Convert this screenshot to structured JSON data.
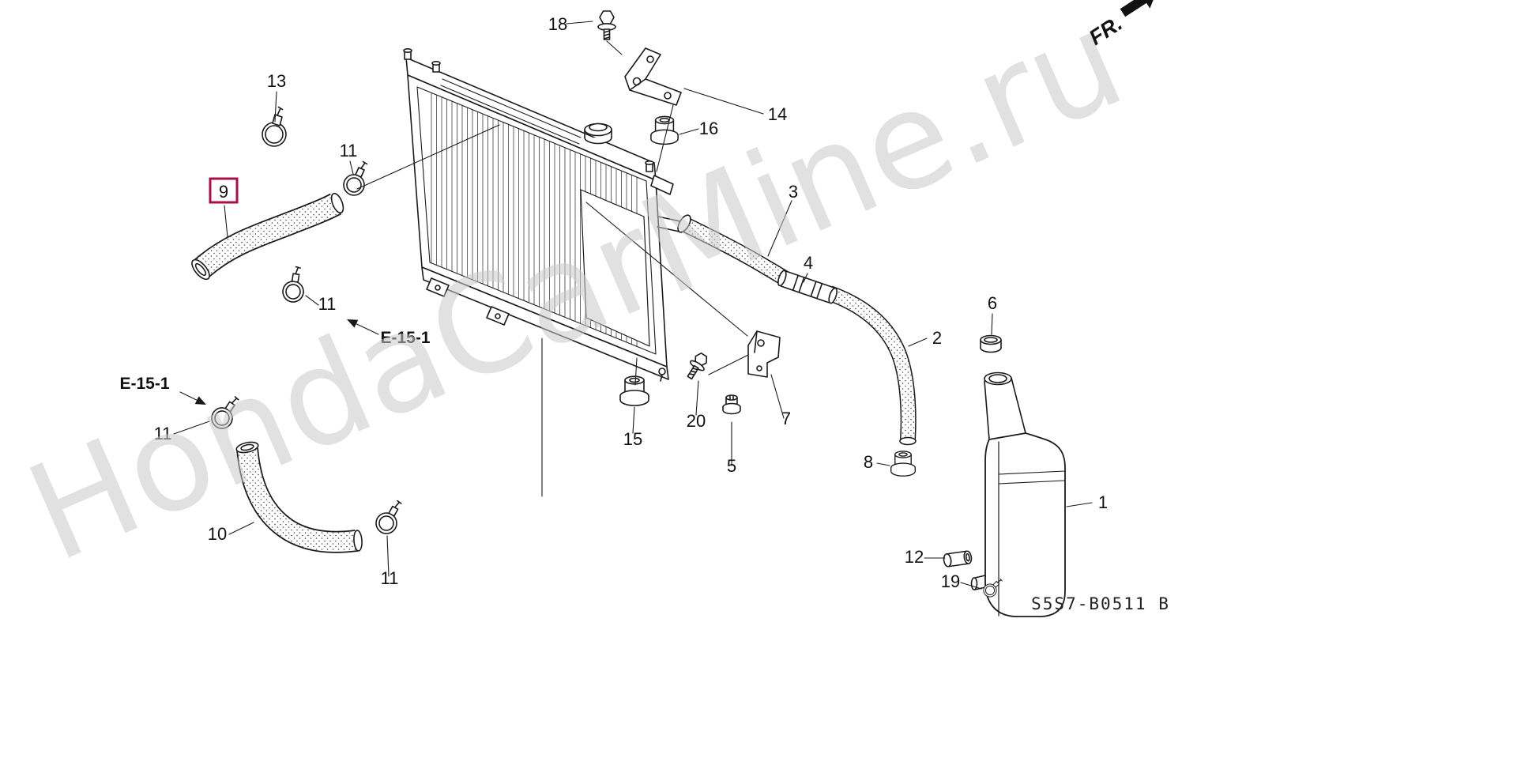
{
  "watermark": "HondaCarMine.ru",
  "fr": {
    "label": "FR."
  },
  "code": "S5S7-B0511 B",
  "refs": {
    "e151_left": "E-15-1",
    "e151_mid": "E-15-1"
  },
  "colors": {
    "highlight_box": "#a8104a",
    "line": "#1a1a1a",
    "watermark": "#c9c9c9"
  },
  "callouts": {
    "n1": "1",
    "n2": "2",
    "n3": "3",
    "n4": "4",
    "n5": "5",
    "n6": "6",
    "n7": "7",
    "n8": "8",
    "n9": "9",
    "n10": "10",
    "n11_top": "11",
    "n11_mid": "11",
    "n11_left": "11",
    "n11_bottom": "11",
    "n12": "12",
    "n13": "13",
    "n14": "14",
    "n15": "15",
    "n16": "16",
    "n18": "18",
    "n19": "19",
    "n20": "20"
  }
}
